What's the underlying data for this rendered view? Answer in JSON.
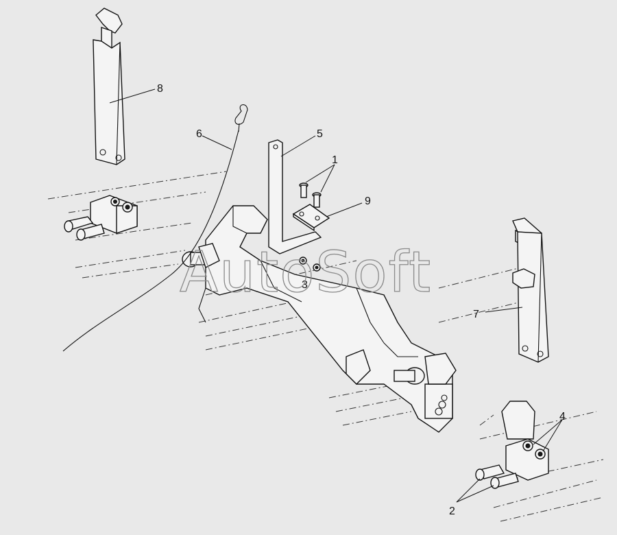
{
  "callouts": [
    {
      "id": "1",
      "label": "1"
    },
    {
      "id": "2",
      "label": "2"
    },
    {
      "id": "3",
      "label": "3"
    },
    {
      "id": "4",
      "label": "4"
    },
    {
      "id": "5",
      "label": "5"
    },
    {
      "id": "6",
      "label": "6"
    },
    {
      "id": "7",
      "label": "7"
    },
    {
      "id": "8",
      "label": "8"
    },
    {
      "id": "9",
      "label": "9"
    }
  ],
  "watermark": "AutoSoft",
  "colors": {
    "background": "#e9e9e9",
    "line": "#111111",
    "watermark": "#8a8a8a"
  }
}
